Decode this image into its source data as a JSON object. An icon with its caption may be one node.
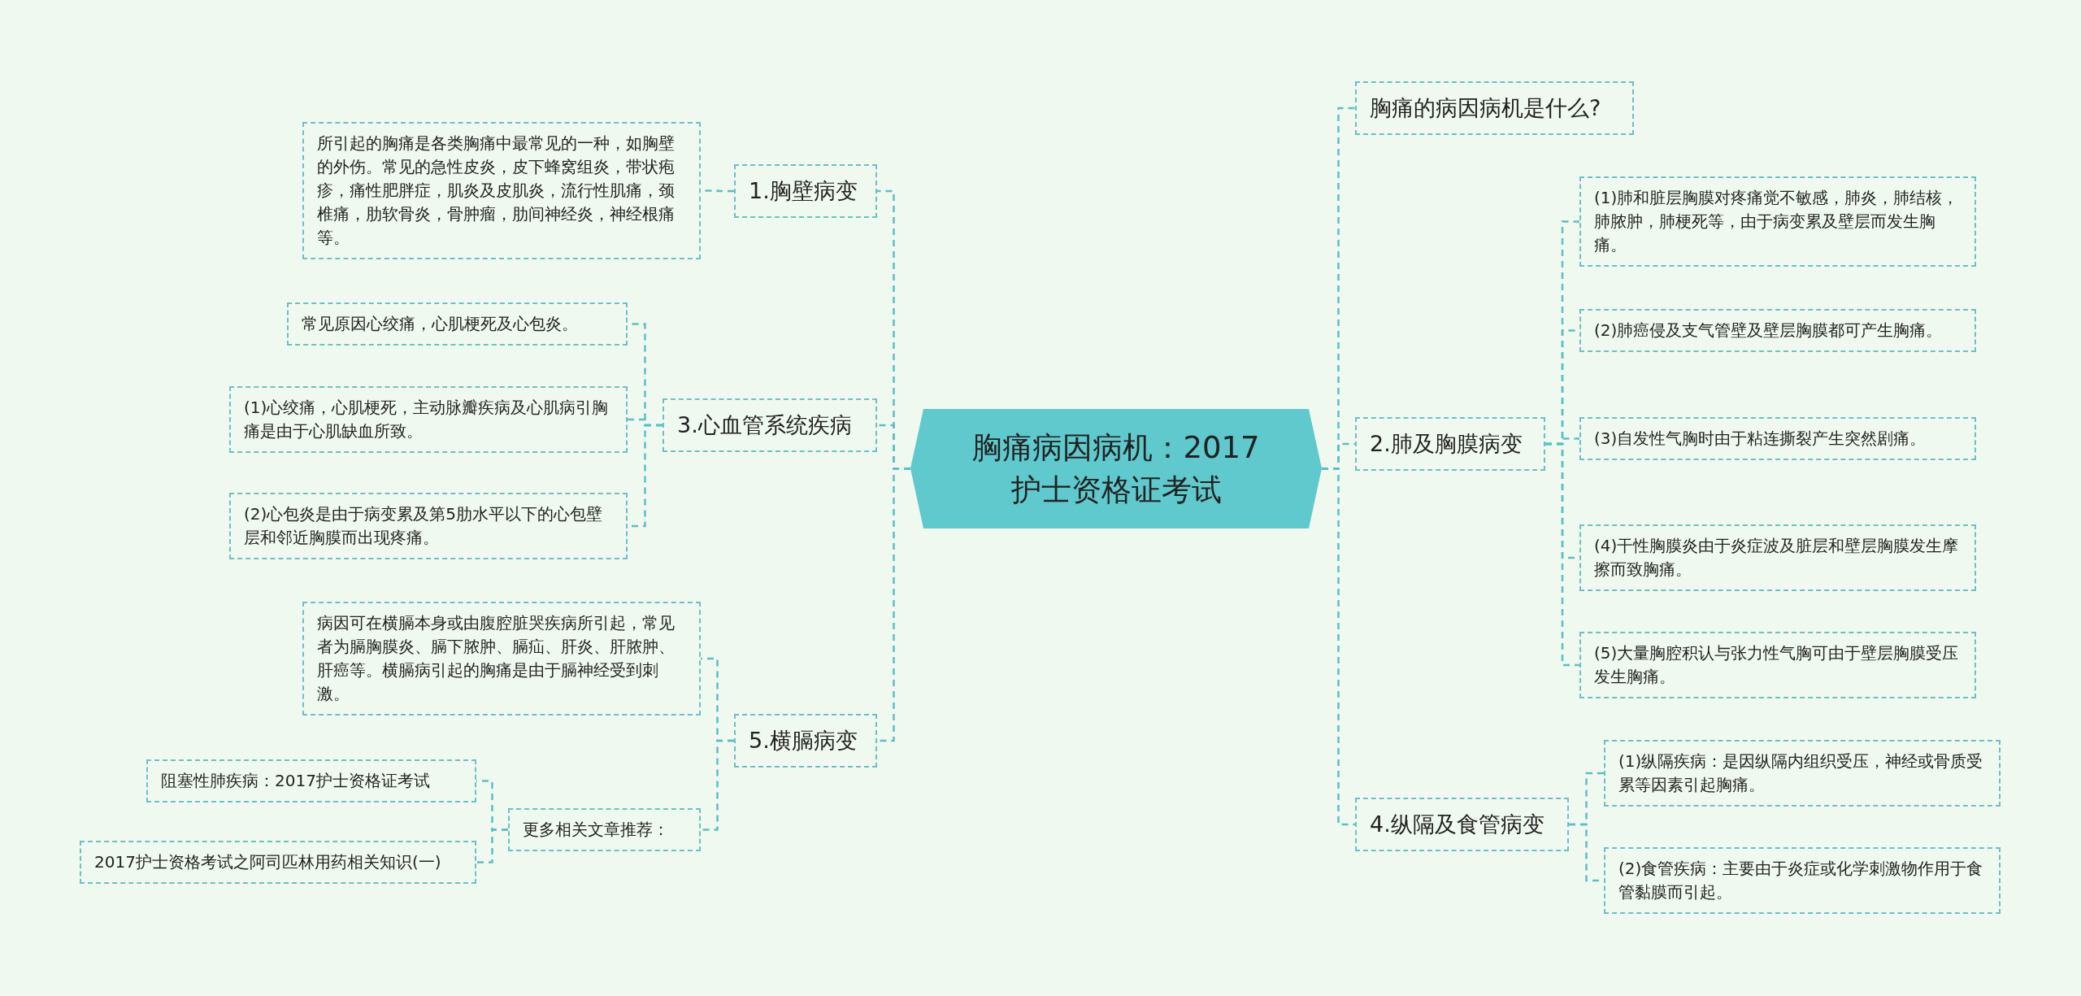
{
  "diagram": {
    "nodes": [
      {
        "text": [
          "胸痛病因病机：2017护士资格证考试"
        ]
      },
      {
        "text": [
          "1.胸壁病变"
        ]
      },
      {
        "text": [
          "所引起的胸痛是各类胸痛中最常见的一种，如胸壁的外伤。常见的急性皮炎，皮下蜂窝组炎，带状疱疹，痛性肥胖症，肌炎及皮肌炎，流行性肌痛，颈椎痛，肋软骨炎，骨肿瘤，肋间神经炎，神经根痛等。"
        ]
      },
      {
        "text": [
          "3.心血管系统疾病"
        ]
      },
      {
        "text": [
          "常见原因心绞痛，心肌梗死及心包炎。"
        ]
      },
      {
        "text": [
          "(1)心绞痛，心肌梗死，主动脉瓣疾病及心肌病引胸痛是由于心肌缺血所致。"
        ]
      },
      {
        "text": [
          "(2)心包炎是由于病变累及第5肋水平以下的心包壁层和邻近胸膜而出现疼痛。"
        ]
      },
      {
        "text": [
          "5.横膈病变"
        ]
      },
      {
        "text": [
          "病因可在横膈本身或由腹腔脏哭疾病所引起，常见者为膈胸膜炎、膈下脓肿、膈疝、肝炎、肝脓肿、肝癌等。横膈病引起的胸痛是由于膈神经受到刺激。"
        ]
      },
      {
        "text": [
          "更多相关文章推荐："
        ]
      },
      {
        "text": [
          "阻塞性肺疾病：2017护士资格证考试"
        ]
      },
      {
        "text": [
          "2017护士资格考试之阿司匹林用药相关知识(一)"
        ]
      },
      {
        "text": [
          "胸痛的病因病机是什么?"
        ]
      },
      {
        "text": [
          "2.肺及胸膜病变"
        ]
      },
      {
        "text": [
          "(1)肺和脏层胸膜对疼痛觉不敏感，肺炎，肺结核，肺脓肿，肺梗死等，由于病变累及壁层而发生胸痛。"
        ]
      },
      {
        "text": [
          "(2)肺癌侵及支气管壁及壁层胸膜都可产生胸痛。"
        ]
      },
      {
        "text": [
          "(3)自发性气胸时由于粘连撕裂产生突然剧痛。"
        ]
      },
      {
        "text": [
          "(4)干性胸膜炎由于炎症波及脏层和壁层胸膜发生摩擦而致胸痛。"
        ]
      },
      {
        "text": [
          "(5)大量胸腔积认与张力性气胸可由于壁层胸膜受压发生胸痛。"
        ]
      },
      {
        "text": [
          "4.纵隔及食管病变"
        ]
      },
      {
        "text": [
          "(1)纵隔疾病：是因纵隔内组织受压，神经或骨质受累等因素引起胸痛。"
        ]
      },
      {
        "text": [
          "(2)食管疾病：主要由于炎症或化学刺激物作用于食管黏膜而引起。"
        ]
      }
    ],
    "edges": [
      {
        "from": 0,
        "to": 1,
        "arrow": "none"
      },
      {
        "from": 1,
        "to": 2,
        "arrow": "none"
      },
      {
        "from": 0,
        "to": 3,
        "arrow": "none"
      },
      {
        "from": 3,
        "to": 4,
        "arrow": "none"
      },
      {
        "from": 3,
        "to": 5,
        "arrow": "none"
      },
      {
        "from": 3,
        "to": 6,
        "arrow": "none"
      },
      {
        "from": 0,
        "to": 7,
        "arrow": "none"
      },
      {
        "from": 7,
        "to": 8,
        "arrow": "none"
      },
      {
        "from": 7,
        "to": 9,
        "arrow": "none"
      },
      {
        "from": 9,
        "to": 10,
        "arrow": "none"
      },
      {
        "from": 9,
        "to": 11,
        "arrow": "none"
      },
      {
        "from": 0,
        "to": 12,
        "arrow": "none"
      },
      {
        "from": 0,
        "to": 13,
        "arrow": "none"
      },
      {
        "from": 13,
        "to": 14,
        "arrow": "none"
      },
      {
        "from": 13,
        "to": 15,
        "arrow": "none"
      },
      {
        "from": 13,
        "to": 16,
        "arrow": "none"
      },
      {
        "from": 13,
        "to": 17,
        "arrow": "none"
      },
      {
        "from": 13,
        "to": 18,
        "arrow": "none"
      },
      {
        "from": 0,
        "to": 19,
        "arrow": "none"
      },
      {
        "from": 19,
        "to": 20,
        "arrow": "none"
      },
      {
        "from": 19,
        "to": 21,
        "arrow": "none"
      }
    ]
  }
}
